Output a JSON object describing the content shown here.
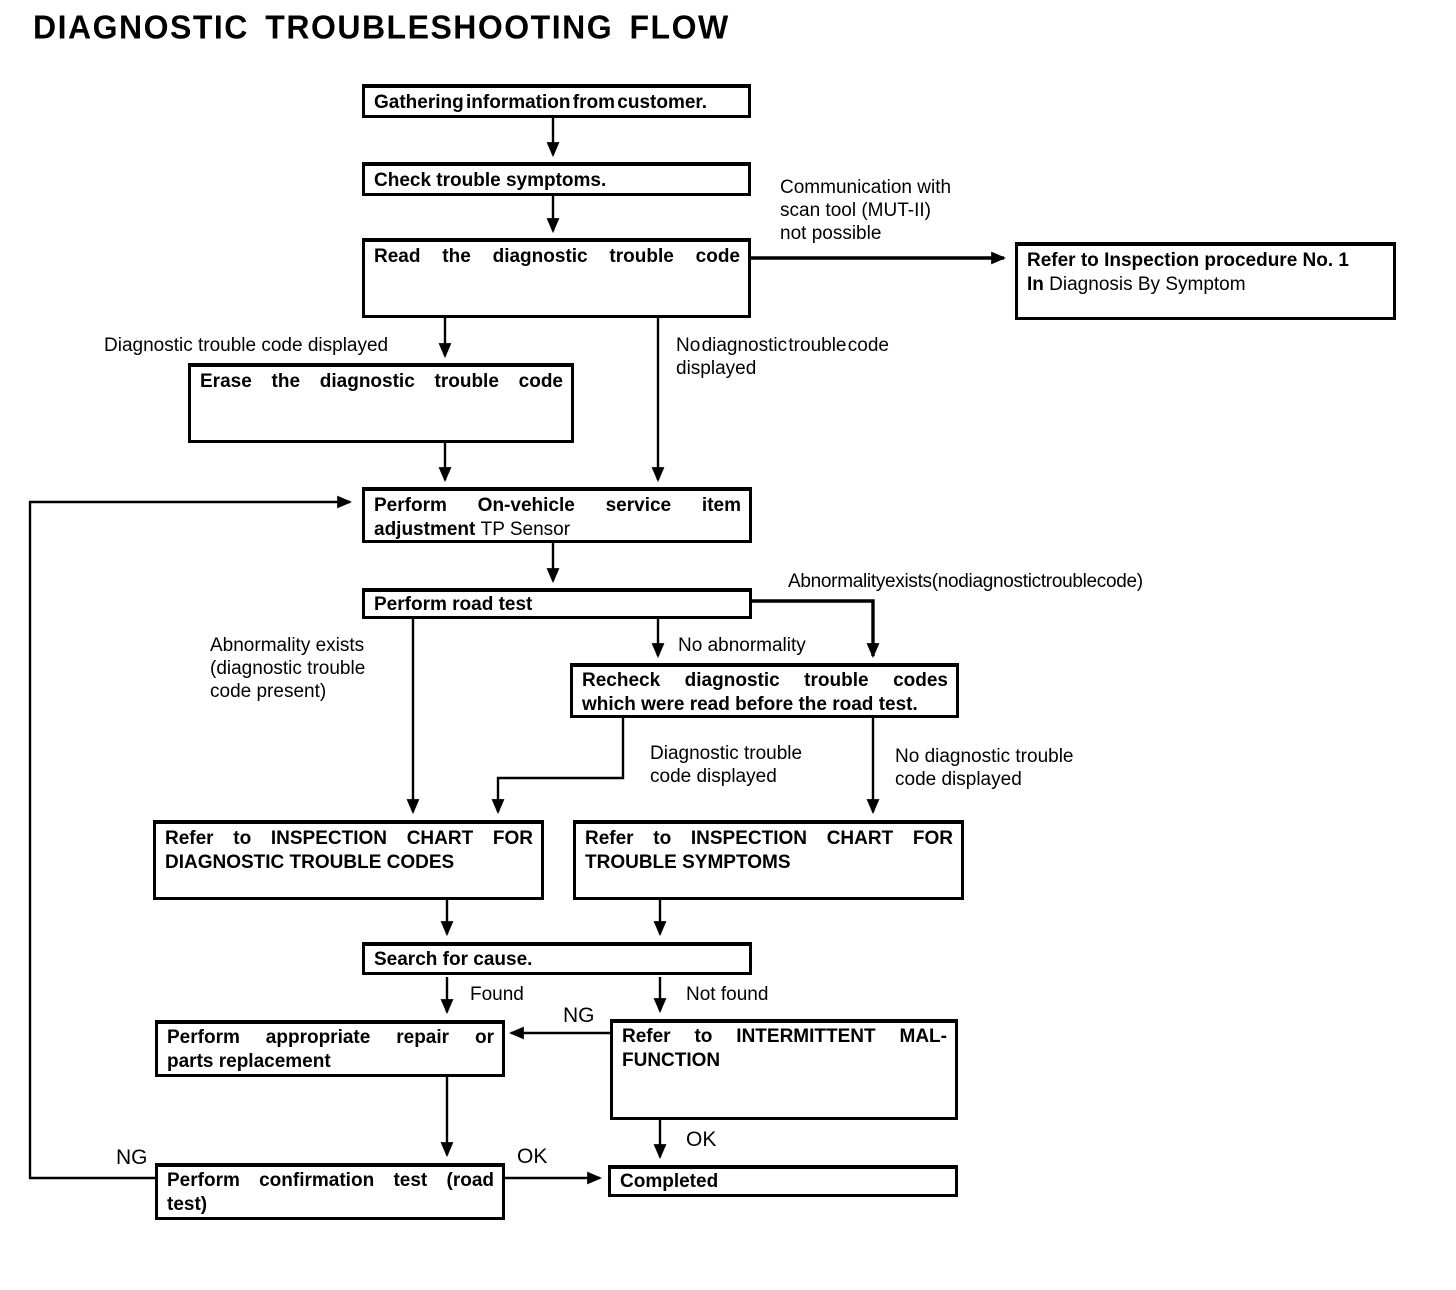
{
  "title": "DIAGNOSTIC TROUBLESHOOTING FLOW",
  "colors": {
    "ink": "#000000",
    "paper": "#ffffff"
  },
  "boxes": {
    "gathering": {
      "line1": "Gathering information from customer."
    },
    "check_symptoms": {
      "line1": "Check trouble symptoms."
    },
    "read_dtc": {
      "line1": "Read the diagnostic trouble code"
    },
    "refer_procedure": {
      "line1": "Refer to Inspection procedure No. 1",
      "line2_bold": "In",
      "line2_rest": "Diagnosis By Symptom"
    },
    "erase_dtc": {
      "line1": "Erase the diagnostic trouble code"
    },
    "on_vehicle_service": {
      "line1": "Perform On-vehicle service item",
      "line2_bold": "adjustment",
      "line2_rest": "TP Sensor"
    },
    "road_test": {
      "line1": "Perform road test"
    },
    "recheck_dtc": {
      "line1": "Recheck diagnostic trouble codes",
      "line2": "which were read before the road test."
    },
    "chart_dtc": {
      "line1": "Refer to INSPECTION CHART FOR",
      "line2": "DIAGNOSTIC TROUBLE CODES"
    },
    "chart_symptoms": {
      "line1": "Refer to INSPECTION CHART FOR",
      "line2": "TROUBLE SYMPTOMS"
    },
    "search_cause": {
      "line1": "Search for cause."
    },
    "repair": {
      "line1": "Perform appropriate repair or",
      "line2": "parts replacement"
    },
    "intermittent": {
      "line1": "Refer to INTERMITTENT MAL-",
      "line2": "FUNCTION"
    },
    "confirmation_test": {
      "line1": "Perform confirmation test (road",
      "line2": "test)"
    },
    "completed": {
      "line1": "Completed"
    }
  },
  "labels": {
    "communication": {
      "line1": "Communication with",
      "line2": "scan tool (MUT-II)",
      "line3": "not possible"
    },
    "dtc_displayed": {
      "line1": "Diagnostic trouble code displayed"
    },
    "no_dtc_displayed": {
      "line1": "No diagnostic trouble code",
      "line2": "displayed"
    },
    "abnormality_no_dtc": {
      "line1": "Abnormality exists (no diagnostic trouble code)"
    },
    "abnormality_dtc": {
      "line1": "Abnormality exists",
      "line2": "(diagnostic trouble",
      "line3": "code present)"
    },
    "no_abnormality": {
      "line1": "No abnormality"
    },
    "dtc_displayed_2": {
      "line1": "Diagnostic trouble",
      "line2": "code displayed"
    },
    "no_dtc_displayed_2": {
      "line1": "No diagnostic trouble",
      "line2": "code displayed"
    },
    "found": {
      "line1": "Found"
    },
    "not_found": {
      "line1": "Not found"
    },
    "ng_intermittent": {
      "line1": "NG"
    },
    "ok_intermittent": {
      "line1": "OK"
    },
    "ok_confirmation": {
      "line1": "OK"
    },
    "ng_confirmation": {
      "line1": "NG"
    }
  }
}
